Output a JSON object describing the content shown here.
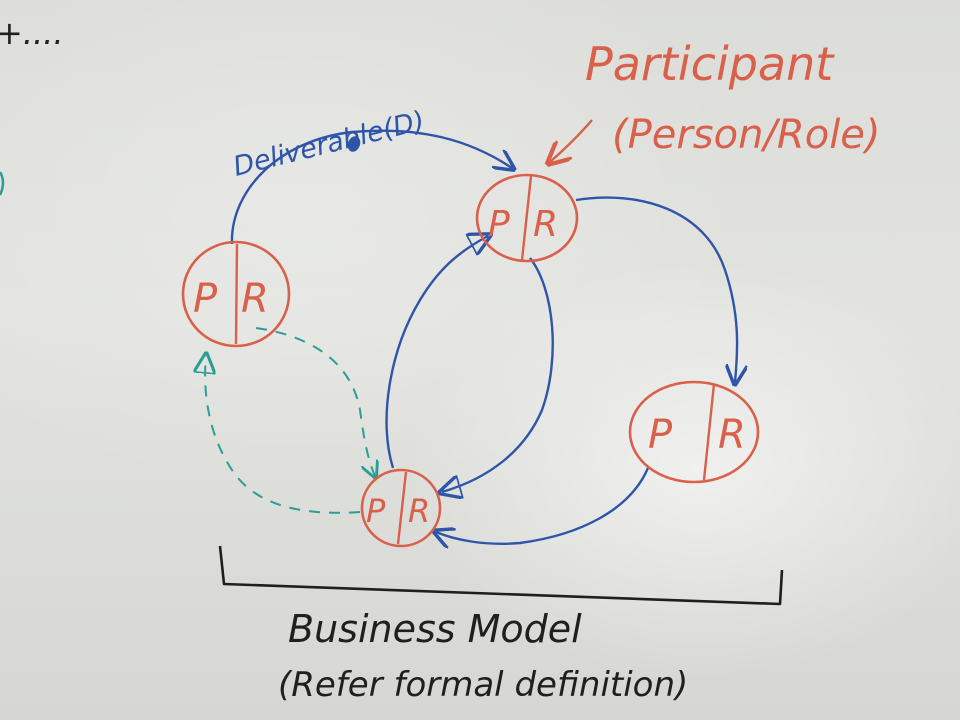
{
  "colors": {
    "board": "#e0e1dd",
    "participant_ink": "#d9604a",
    "flow_ink": "#2f55a8",
    "dashed_ink": "#2a9d95",
    "label_ink": "#1f1f1f"
  },
  "top_left_scribble": "+....",
  "deliverable_label": "Deliverable(D)",
  "participant_heading": "Participant",
  "participant_subheading": "(Person/Role)",
  "nodes": [
    {
      "id": "left",
      "left_letter": "P",
      "right_letter": "R"
    },
    {
      "id": "top",
      "left_letter": "P",
      "right_letter": "R"
    },
    {
      "id": "right",
      "left_letter": "P",
      "right_letter": "R"
    },
    {
      "id": "bottom",
      "left_letter": "P",
      "right_letter": "R"
    }
  ],
  "model_label": "Business Model",
  "model_sublabel": "(Refer formal definition)"
}
